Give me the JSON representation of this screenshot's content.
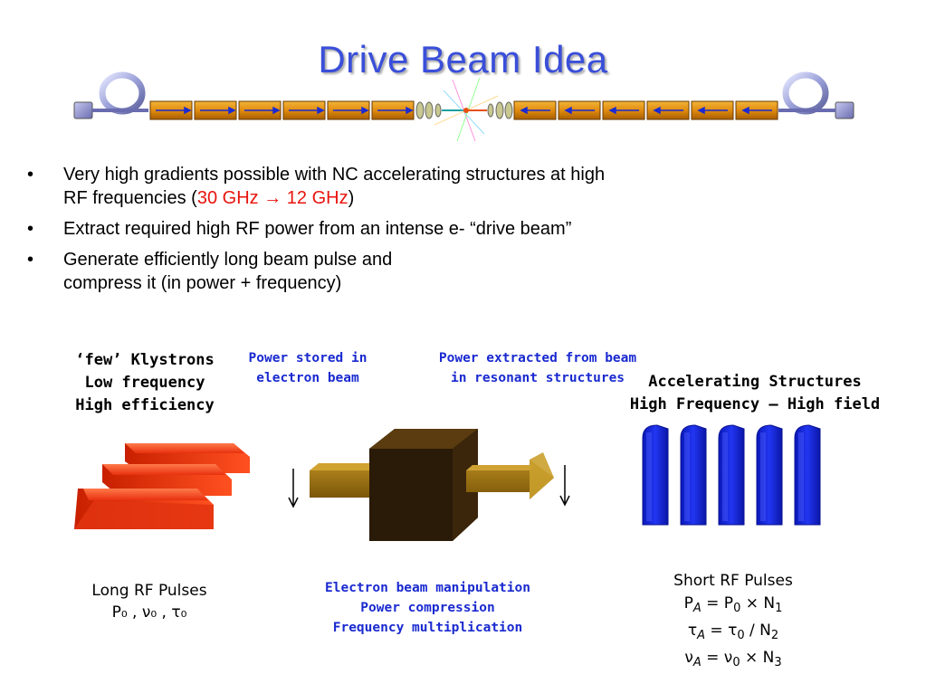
{
  "title": "Drive Beam Idea",
  "bullets": [
    {
      "lines": [
        "Very high gradients possible with NC accelerating structures at high"
      ],
      "second_line_prefix": "RF frequencies (",
      "highlight": "30 GHz → 12 GHz",
      "second_line_suffix": ")"
    },
    {
      "text": "Extract required high RF power from an intense e- “drive beam”"
    },
    {
      "lines": [
        "Generate efficiently long beam pulse and",
        "compress it (in power + frequency)"
      ]
    }
  ],
  "bullet_symbol": "•",
  "klystrons": {
    "lines": [
      "‘few’ Klystrons",
      "Low frequency",
      "High efficiency"
    ]
  },
  "power_stored": {
    "lines": [
      "Power stored in",
      "electron beam"
    ]
  },
  "power_extracted": {
    "lines": [
      "Power extracted from beam",
      "in resonant structures"
    ]
  },
  "accel": {
    "lines": [
      "Accelerating Structures",
      "High Frequency – High field"
    ]
  },
  "long_pulses": {
    "title": "Long RF Pulses",
    "params": "P₀ , ν₀ , τ₀"
  },
  "manipulation": {
    "lines": [
      "Electron beam manipulation",
      "Power compression",
      "Frequency multiplication"
    ]
  },
  "short_pulses": {
    "title": "Short RF Pulses",
    "eq1": {
      "lhs": "P",
      "lhs_sub": "A",
      "rhs": " = P",
      "rhs_sub": "0",
      "op": " × N",
      "op_sub": "1"
    },
    "eq2": {
      "lhs": "τ",
      "lhs_sub": "A",
      "rhs": "  = τ",
      "rhs_sub": "0",
      "op": " / N",
      "op_sub": "2"
    },
    "eq3": {
      "lhs": "ν",
      "lhs_sub": "A",
      "rhs": " =  ν",
      "rhs_sub": "0",
      "op": " × N",
      "op_sub": "3"
    }
  },
  "colors": {
    "title": "#3a4fd9",
    "highlight": "#e8140e",
    "label_blue": "#1a2ad0",
    "klystron": "#e8300f",
    "structure": "#1020e0",
    "beam": "#8a6410",
    "box": "#2a1a08"
  },
  "icons": [
    "beamline-diagram",
    "klystron-stack",
    "beam-arrow",
    "compression-box",
    "accelerating-structures",
    "down-arrow-icon"
  ]
}
